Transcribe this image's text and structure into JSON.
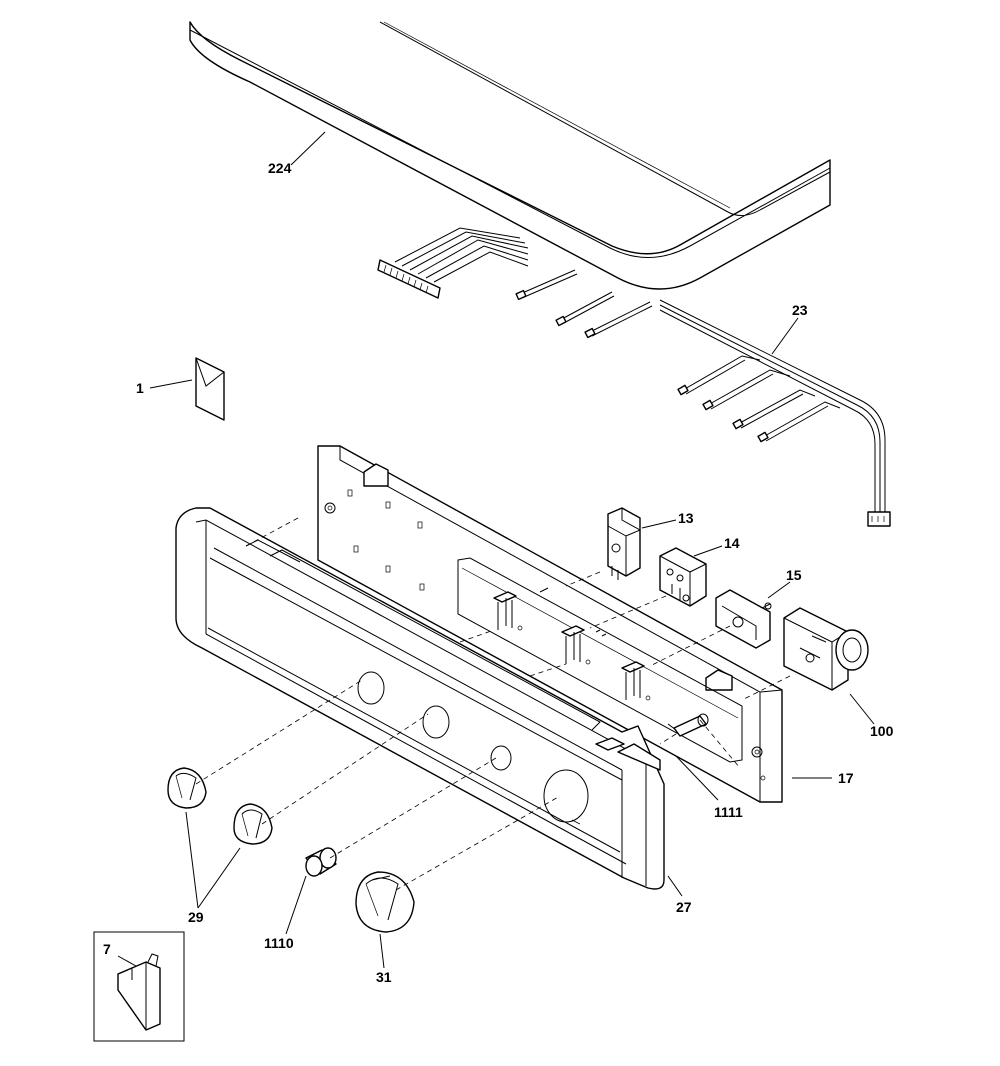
{
  "diagram": {
    "part_labels": {
      "p224": "224",
      "p23": "23",
      "p1": "1",
      "p13": "13",
      "p14": "14",
      "p15": "15",
      "p100": "100",
      "p17": "17",
      "p1111": "1111",
      "p29": "29",
      "p1110": "1110",
      "p31": "31",
      "p27": "27",
      "p7": "7"
    }
  }
}
